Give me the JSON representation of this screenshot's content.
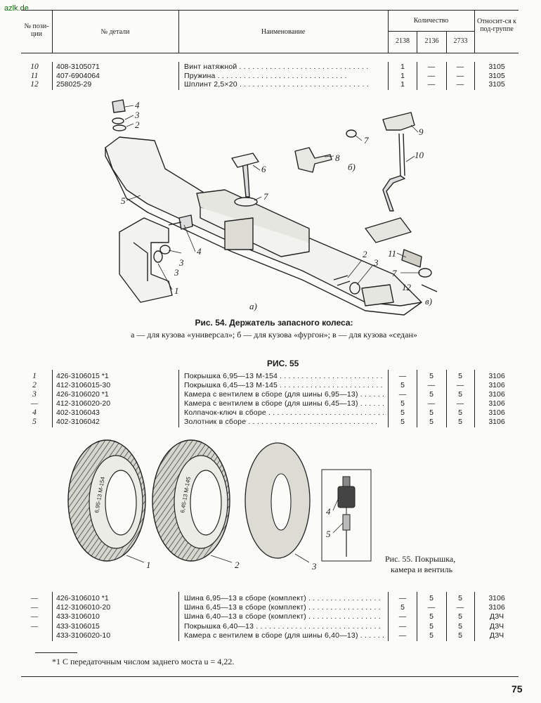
{
  "watermark": "azlk.de",
  "header": {
    "col_pos": "№ пози-ции",
    "col_part": "№ детали",
    "col_name": "Наименование",
    "col_qty": "Количество",
    "col_group": "Относит-ся к под-группе",
    "models": [
      "2138",
      "2136",
      "2733"
    ]
  },
  "table1": [
    {
      "pos": "10",
      "part": "408-3105071",
      "name": "Винт натяжной",
      "q1": "1",
      "q2": "—",
      "q3": "—",
      "group": "3105"
    },
    {
      "pos": "11",
      "part": "407-6904064",
      "name": "Пружина",
      "q1": "1",
      "q2": "—",
      "q3": "—",
      "group": "3105"
    },
    {
      "pos": "12",
      "part": "258025-29",
      "name": "Шплинт 2,5×20",
      "q1": "1",
      "q2": "—",
      "q3": "—",
      "group": "3105"
    }
  ],
  "fig54": {
    "labels": [
      "1",
      "2",
      "3",
      "4",
      "5",
      "6",
      "7",
      "8",
      "9",
      "10",
      "11",
      "12"
    ],
    "sub_a": "а)",
    "sub_b": "б)",
    "sub_v": "в)",
    "caption_title": "Рис. 54. Держатель запасного колеса:",
    "caption_sub": "а — для кузова «универсал»; б — для кузова «фургон»; в — для кузова «седан»"
  },
  "fig55_title": "РИС. 55",
  "table2": [
    {
      "pos": "1",
      "part": "426-3106015 *1",
      "name": "Покрышка 6,95—13 М-154",
      "q1": "—",
      "q2": "5",
      "q3": "5",
      "group": "3106"
    },
    {
      "pos": "2",
      "part": "412-3106015-30",
      "name": "Покрышка 6,45—13 М-145",
      "q1": "5",
      "q2": "—",
      "q3": "—",
      "group": "3106"
    },
    {
      "pos": "3",
      "part": "426-3106020 *1",
      "name": "Камера с вентилем в сборе (для шины 6,95—13)",
      "q1": "—",
      "q2": "5",
      "q3": "5",
      "group": "3106"
    },
    {
      "pos": "—",
      "part": "412-3106020-20",
      "name": "Камера с вентилем в сборе (для шины 6,45—13)",
      "q1": "5",
      "q2": "—",
      "q3": "—",
      "group": "3106"
    },
    {
      "pos": "4",
      "part": "402-3106043",
      "name": "Колпачок-ключ в сборе",
      "q1": "5",
      "q2": "5",
      "q3": "5",
      "group": "3106"
    },
    {
      "pos": "5",
      "part": "402-3106042",
      "name": "Золотник в сборе",
      "q1": "5",
      "q2": "5",
      "q3": "5",
      "group": "3106"
    }
  ],
  "fig55": {
    "labels": [
      "1",
      "2",
      "3",
      "4",
      "5"
    ],
    "tire1_text": "6,95-13 М-154",
    "tire2_text": "6,45-13 М-145",
    "caption_line1": "Рис. 55. Покрышка,",
    "caption_line2": "камера и вентиль"
  },
  "table3": [
    {
      "pos": "—",
      "part": "426-3106010 *1",
      "name": "Шина 6,95—13 в сборе (комплект)",
      "q1": "—",
      "q2": "5",
      "q3": "5",
      "group": "3106"
    },
    {
      "pos": "—",
      "part": "412-3106010-20",
      "name": "Шина 6,45—13 в сборе (комплект)",
      "q1": "5",
      "q2": "—",
      "q3": "—",
      "group": "3106"
    },
    {
      "pos": "—",
      "part": "433-3106010",
      "name": "Шина 6,40—13 в сборе (комплект)",
      "q1": "—",
      "q2": "5",
      "q3": "5",
      "group": "ДЗЧ"
    },
    {
      "pos": "—",
      "part": "433-3106015",
      "name": "Покрышка 6,40—13",
      "q1": "—",
      "q2": "5",
      "q3": "5",
      "group": "ДЗЧ"
    },
    {
      "pos": "",
      "part": "433-3106020-10",
      "name": "Камера с вентилем в сборе (для шины 6,40—13)",
      "q1": "—",
      "q2": "5",
      "q3": "5",
      "group": "ДЗЧ"
    }
  ],
  "footnote": "*1 С передаточным числом заднего моста u = 4,22.",
  "page_number": "75"
}
